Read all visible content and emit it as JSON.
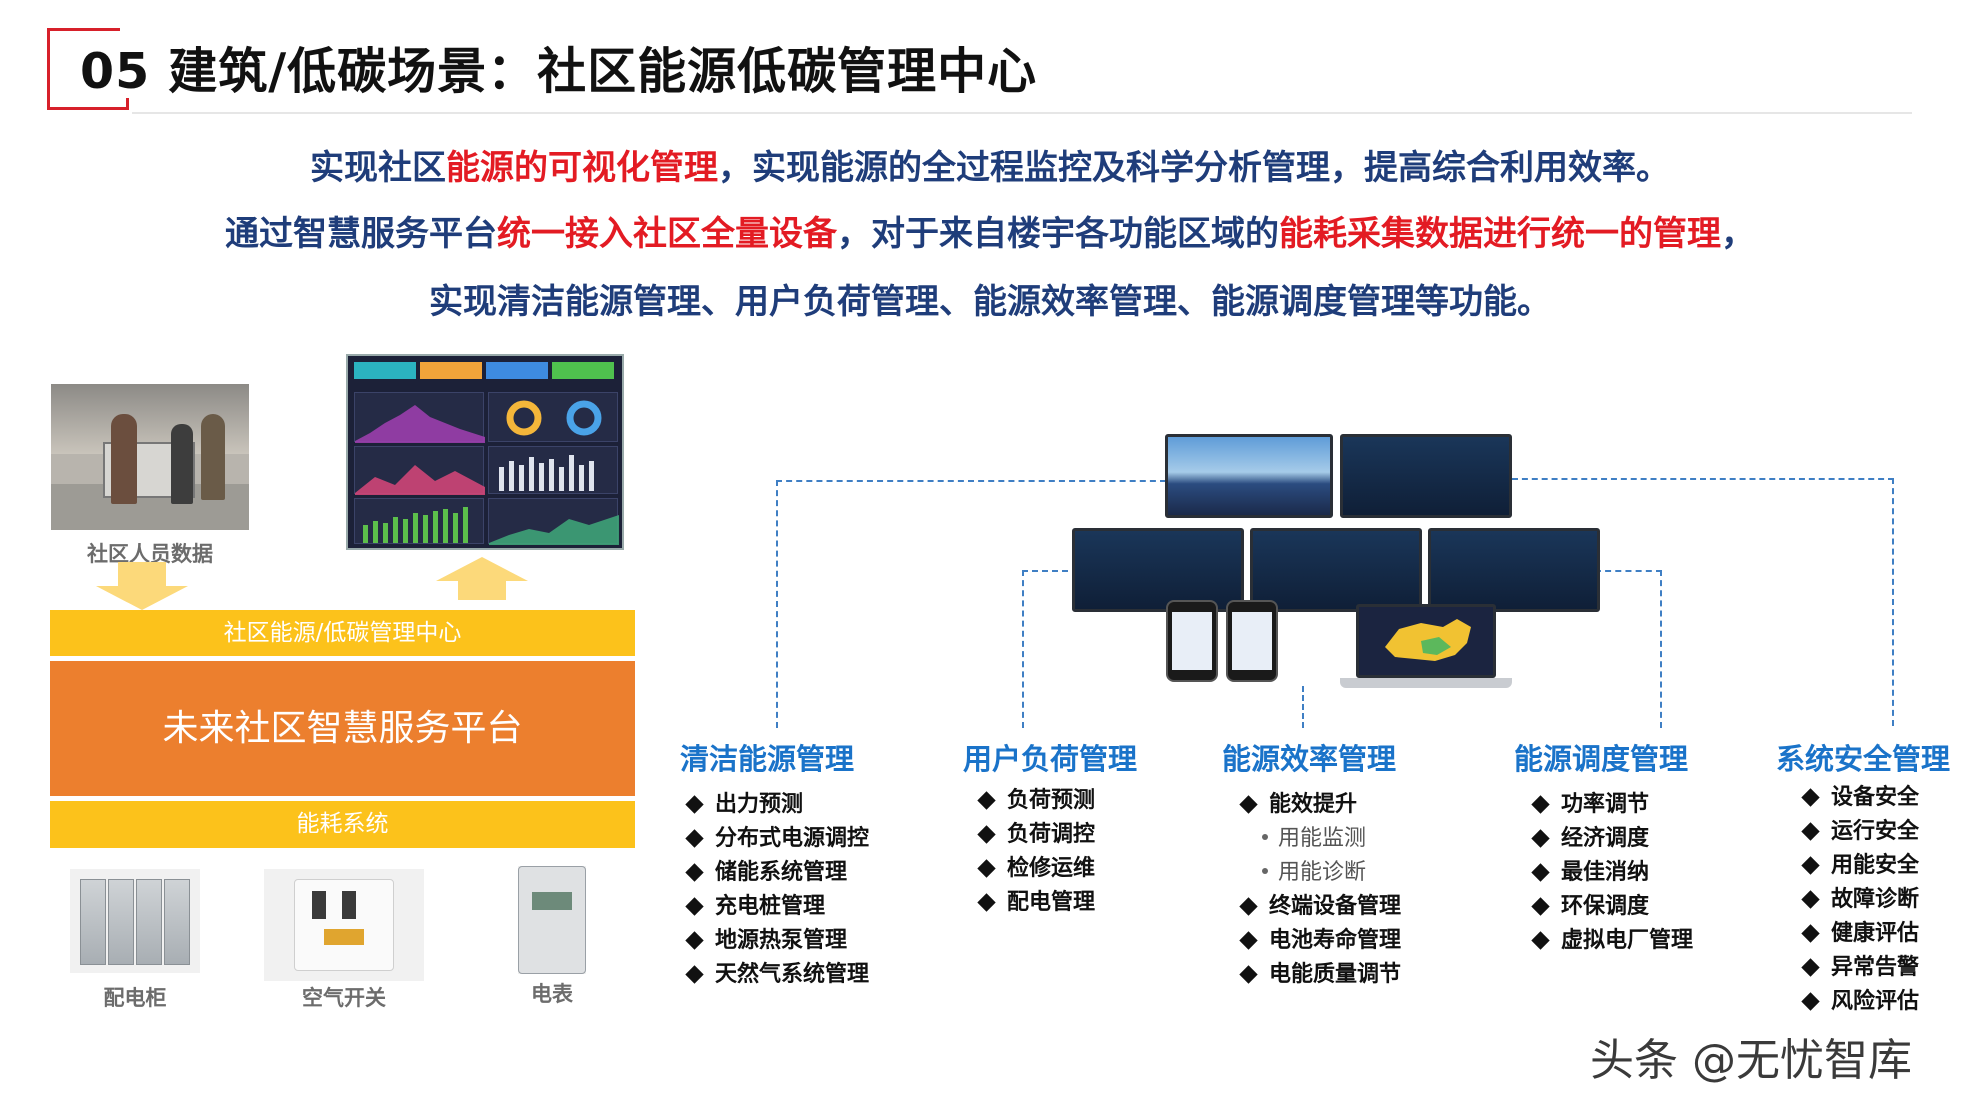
{
  "header": {
    "title": "05 建筑/低碳场景：社区能源低碳管理中心"
  },
  "intro": {
    "line1": {
      "a": "实现社区",
      "b": "能源的可视化管理",
      "c": "，实现能源的全过程监控及科学分析管理，提高综合利用效率。"
    },
    "line2": {
      "a": "通过智慧服务平台",
      "b": "统一接入社区全量设备",
      "c": "，对于来自楼宇各功能区域的",
      "d": "能耗采集数据进行统一的管理",
      "e": "，"
    },
    "line3": "实现清洁能源管理、用户负荷管理、能源效率管理、能源调度管理等功能。"
  },
  "left": {
    "photo_caption": "社区人员数据",
    "bar_top": "社区能源/低碳管理中心",
    "bar_main": "未来社区智慧服务平台",
    "bar_bottom": "能耗系统",
    "devices": [
      "配电柜",
      "空气开关",
      "电表"
    ]
  },
  "modules": [
    {
      "title": "清洁能源管理",
      "items": [
        "出力预测",
        "分布式电源调控",
        "储能系统管理",
        "充电桩管理",
        "地源热泵管理",
        "天然气系统管理"
      ]
    },
    {
      "title": "用户负荷管理",
      "items": [
        "负荷预测",
        "负荷调控",
        "检修运维",
        "配电管理"
      ]
    },
    {
      "title": "能源效率管理",
      "items": [
        "能效提升",
        "用能监测",
        "用能诊断",
        "终端设备管理",
        "电池寿命管理",
        "电能质量调节"
      ]
    },
    {
      "title": "能源调度管理",
      "items": [
        "功率调节",
        "经济调度",
        "最佳消纳",
        "环保调度",
        "虚拟电厂管理"
      ]
    },
    {
      "title": "系统安全管理",
      "items": [
        "设备安全",
        "运行安全",
        "用能安全",
        "故障诊断",
        "健康评估",
        "异常告警",
        "风险评估"
      ]
    }
  ],
  "watermark": "头条 @无忧智库",
  "colors": {
    "accent_red": "#e31b23",
    "title_blue": "#1a73c9",
    "intro_blue": "#1f3d7a",
    "platform_orange": "#ec7f2e",
    "band_yellow": "#fcc21b"
  }
}
